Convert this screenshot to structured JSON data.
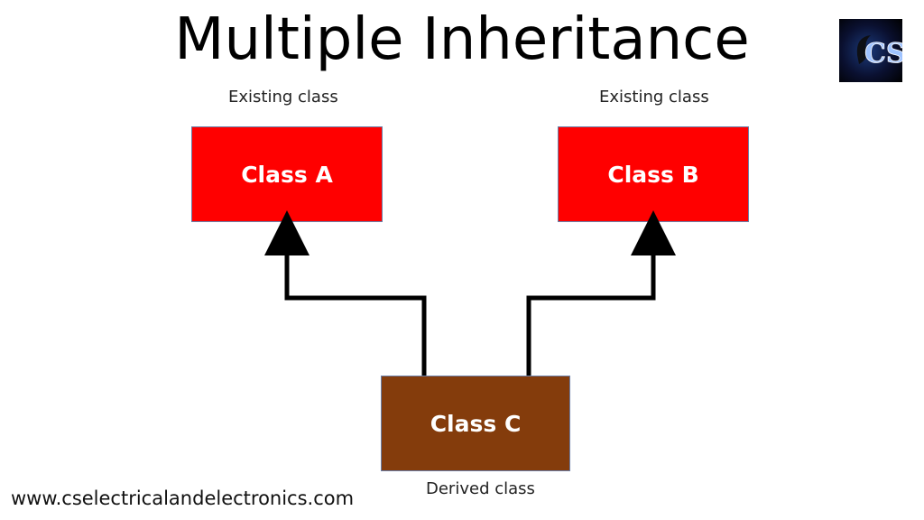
{
  "title": "Multiple Inheritance",
  "logo": {
    "icon": "cs-logo-icon",
    "letters": "CS"
  },
  "class_a": {
    "label": "Class A",
    "caption": "Existing class",
    "color": "#ff0000"
  },
  "class_b": {
    "label": "Class B",
    "caption": "Existing class",
    "color": "#ff0000"
  },
  "class_c": {
    "label": "Class C",
    "caption": "Derived class",
    "color": "#843c0c"
  },
  "website": "www.cselectricalandelectronics.com"
}
